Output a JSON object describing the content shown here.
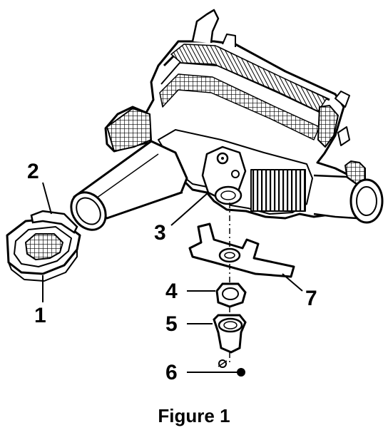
{
  "figure": {
    "caption": "Figure 1",
    "callouts": [
      {
        "id": "1",
        "label": "1"
      },
      {
        "id": "2",
        "label": "2"
      },
      {
        "id": "3",
        "label": "3"
      },
      {
        "id": "4",
        "label": "4"
      },
      {
        "id": "5",
        "label": "5"
      },
      {
        "id": "6",
        "label": "6"
      },
      {
        "id": "7",
        "label": "7"
      }
    ]
  },
  "colors": {
    "ink": "#000000",
    "paper": "#ffffff",
    "shade": "#555555"
  }
}
